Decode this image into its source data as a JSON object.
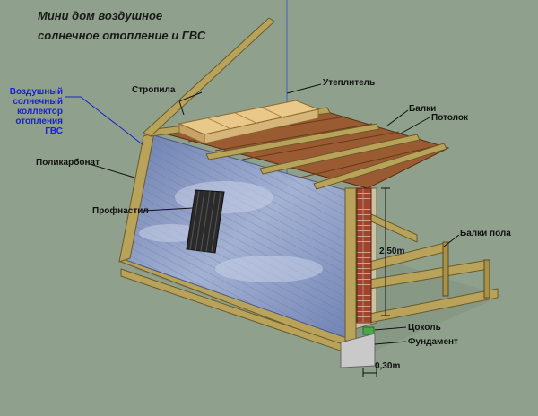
{
  "title": {
    "line1": "Мини дом воздушное",
    "line2": "солнечное отопление и ГВС"
  },
  "labels": {
    "collector": [
      "Воздушный",
      "солнечный",
      "коллектор",
      "отопления",
      "ГВС"
    ],
    "rafter": "Стропила",
    "insulation": "Утеплитель",
    "beams": "Балки",
    "ceiling": "Потолок",
    "polycarbonate": "Поликарбонат",
    "profsheet": "Профнастил",
    "floor_beams": "Балки пола",
    "height": "2,50m",
    "plinth": "Цоколь",
    "foundation": "Фундамент",
    "width": "0,30m"
  },
  "colors": {
    "background": "#8fa08c",
    "wood": "#b9a35a",
    "wood_dark": "#8a7a3a",
    "ceiling_boards": "#9a5a32",
    "polycarbonate": "#7d8fb8",
    "brick": "#a0442e",
    "foundation": "#c9c9c9",
    "collector_label": "#1a22cc"
  }
}
